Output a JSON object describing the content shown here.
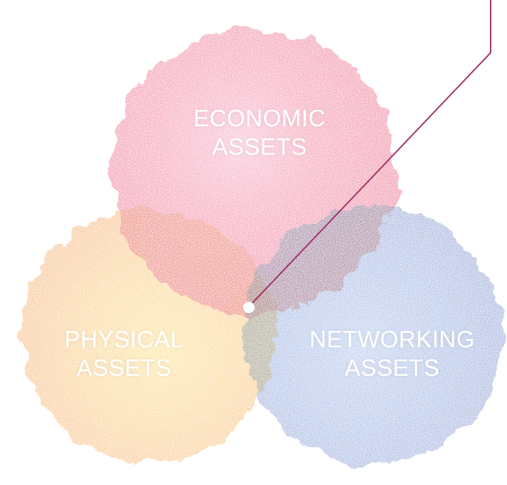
{
  "diagram": {
    "type": "venn",
    "circles": [
      {
        "id": "economic",
        "label_line1": "ECONOMIC",
        "label_line2": "ASSETS",
        "color": "#e8264f"
      },
      {
        "id": "physical",
        "label_line1": "PHYSICAL",
        "label_line2": "ASSETS",
        "color": "#f5a21c"
      },
      {
        "id": "networking",
        "label_line1": "NETWORKING",
        "label_line2": "ASSETS",
        "color": "#3f67c2"
      }
    ],
    "pointer": {
      "color": "#a3346a",
      "dot_color": "#ffffff"
    }
  }
}
